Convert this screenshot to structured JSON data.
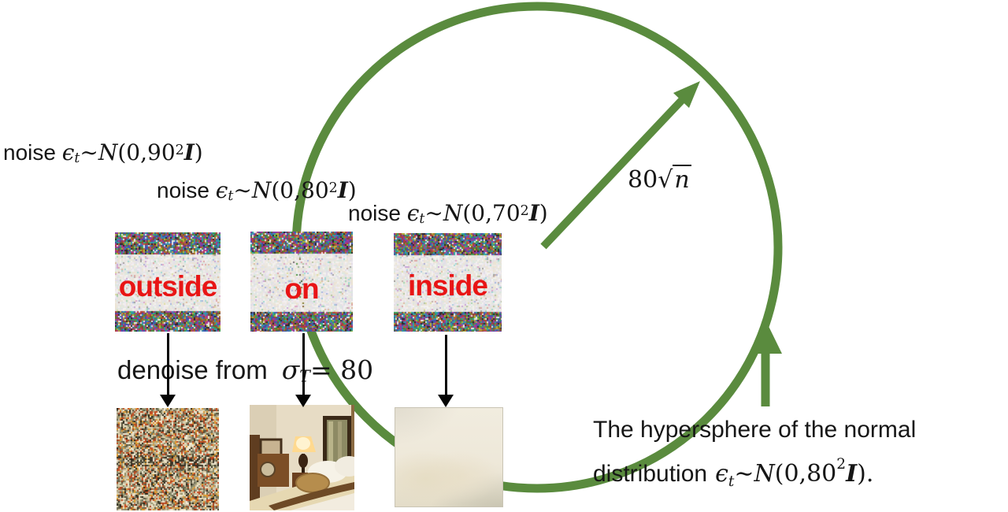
{
  "figure": {
    "description": "Hypersphere denoising diagram"
  },
  "colors": {
    "green": "#5a8b3e",
    "label_red": "#e81515",
    "text_black": "#161616",
    "dense_noise_palette": [
      "#b43a3a",
      "#3a5ab4",
      "#3aa052",
      "#8a3aa8",
      "#b4b43a",
      "#2aa8a0",
      "#2a2a2a",
      "#e8e8e8",
      "#b46a2a",
      "#b43a86",
      "#5a7a2a",
      "#4a4aa0",
      "#7a4a3a",
      "#3a8ab4"
    ],
    "light_noise_palette": [
      "#f4f2ee",
      "#eae6de",
      "#e2dee8",
      "#ece4d4",
      "#dce8e0",
      "#f0eaf2",
      "#e6e6e6",
      "#efe9e2"
    ],
    "rubble_palette": [
      "#d8cdb0",
      "#b0a57e",
      "#6b6a52",
      "#262418",
      "#f2ead6",
      "#c84b20",
      "#e09a30",
      "#8a8f6a",
      "#99927a",
      "#c9bfa2",
      "#efe6c8",
      "#55503a",
      "#a8441e",
      "#ded2ac"
    ]
  },
  "noise_labels": [
    {
      "prefix": "noise ",
      "epsilon": "ϵ",
      "sub": "t",
      "tilde": "∼",
      "N": "N",
      "open": "(0,",
      "value": "90",
      "sup": "2",
      "matrix": "I",
      "close": ")"
    },
    {
      "prefix": "noise ",
      "epsilon": "ϵ",
      "sub": "t",
      "tilde": "∼",
      "N": "N",
      "open": "(0,",
      "value": "80",
      "sup": "2",
      "matrix": "I",
      "close": ")"
    },
    {
      "prefix": "noise ",
      "epsilon": "ϵ",
      "sub": "t",
      "tilde": "∼",
      "N": "N",
      "open": "(0,",
      "value": "70",
      "sup": "2",
      "matrix": "I",
      "close": ")"
    }
  ],
  "patches": [
    {
      "label": "outside"
    },
    {
      "label": "on"
    },
    {
      "label": "inside"
    }
  ],
  "denoise_caption": {
    "prefix": "denoise from",
    "sigma": "σ",
    "sub": "T",
    "rest": "= 80"
  },
  "radius_label": {
    "coefficient": "80",
    "radical": "√",
    "radicand": "n"
  },
  "hypersphere_caption": {
    "line1": "The hypersphere of the normal",
    "line2_prefix": "distribution",
    "epsilon": "ϵ",
    "sub": "t",
    "tilde": "∼",
    "N": "N",
    "open": "(0,",
    "value": "80",
    "sup": "2",
    "matrix": "I",
    "close": ")."
  }
}
